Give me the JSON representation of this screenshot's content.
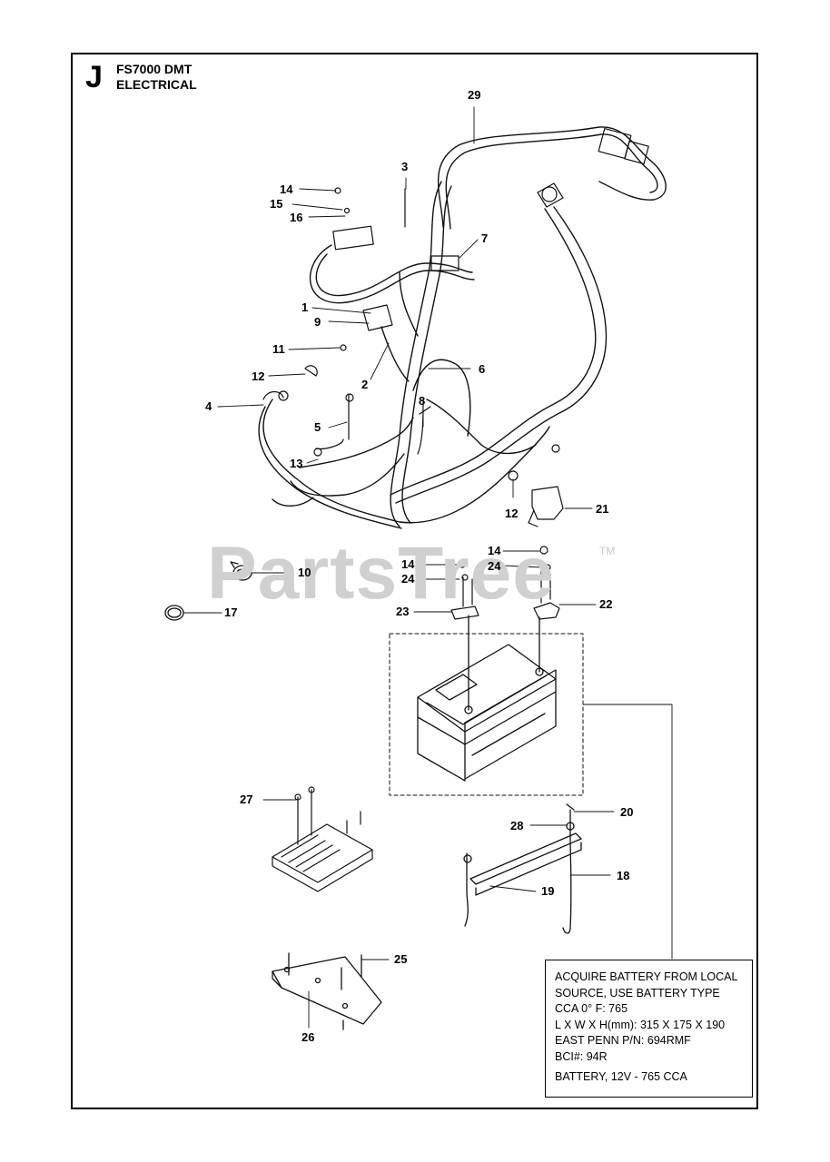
{
  "header": {
    "section_letter": "J",
    "model": "FS7000 DMT",
    "section_name": "ELECTRICAL"
  },
  "watermark": {
    "text": "PartsTree",
    "trademark": "TM"
  },
  "callouts": [
    {
      "id": "c29",
      "label": "29"
    },
    {
      "id": "c3",
      "label": "3"
    },
    {
      "id": "c14a",
      "label": "14"
    },
    {
      "id": "c15",
      "label": "15"
    },
    {
      "id": "c16",
      "label": "16"
    },
    {
      "id": "c7",
      "label": "7"
    },
    {
      "id": "c1",
      "label": "1"
    },
    {
      "id": "c9",
      "label": "9"
    },
    {
      "id": "c11",
      "label": "11"
    },
    {
      "id": "c6",
      "label": "6"
    },
    {
      "id": "c12a",
      "label": "12"
    },
    {
      "id": "c2",
      "label": "2"
    },
    {
      "id": "c4",
      "label": "4"
    },
    {
      "id": "c8",
      "label": "8"
    },
    {
      "id": "c5",
      "label": "5"
    },
    {
      "id": "c13",
      "label": "13"
    },
    {
      "id": "c12b",
      "label": "12"
    },
    {
      "id": "c21",
      "label": "21"
    },
    {
      "id": "c14b",
      "label": "14"
    },
    {
      "id": "c14c",
      "label": "14"
    },
    {
      "id": "c10",
      "label": "10"
    },
    {
      "id": "c24a",
      "label": "24"
    },
    {
      "id": "c24b",
      "label": "24"
    },
    {
      "id": "c17",
      "label": "17"
    },
    {
      "id": "c23",
      "label": "23"
    },
    {
      "id": "c22",
      "label": "22"
    },
    {
      "id": "c27",
      "label": "27"
    },
    {
      "id": "c20",
      "label": "20"
    },
    {
      "id": "c28",
      "label": "28"
    },
    {
      "id": "c18",
      "label": "18"
    },
    {
      "id": "c19",
      "label": "19"
    },
    {
      "id": "c25",
      "label": "25"
    },
    {
      "id": "c26",
      "label": "26"
    }
  ],
  "note": {
    "lines": [
      "ACQUIRE BATTERY FROM LOCAL",
      "SOURCE, USE BATTERY TYPE",
      "CCA 0° F: 765",
      "L X W X H(mm): 315 X 175 X 190",
      "EAST PENN P/N: 694RMF",
      "BCI#: 94R"
    ],
    "battery_line": "BATTERY, 12V - 765 CCA"
  }
}
